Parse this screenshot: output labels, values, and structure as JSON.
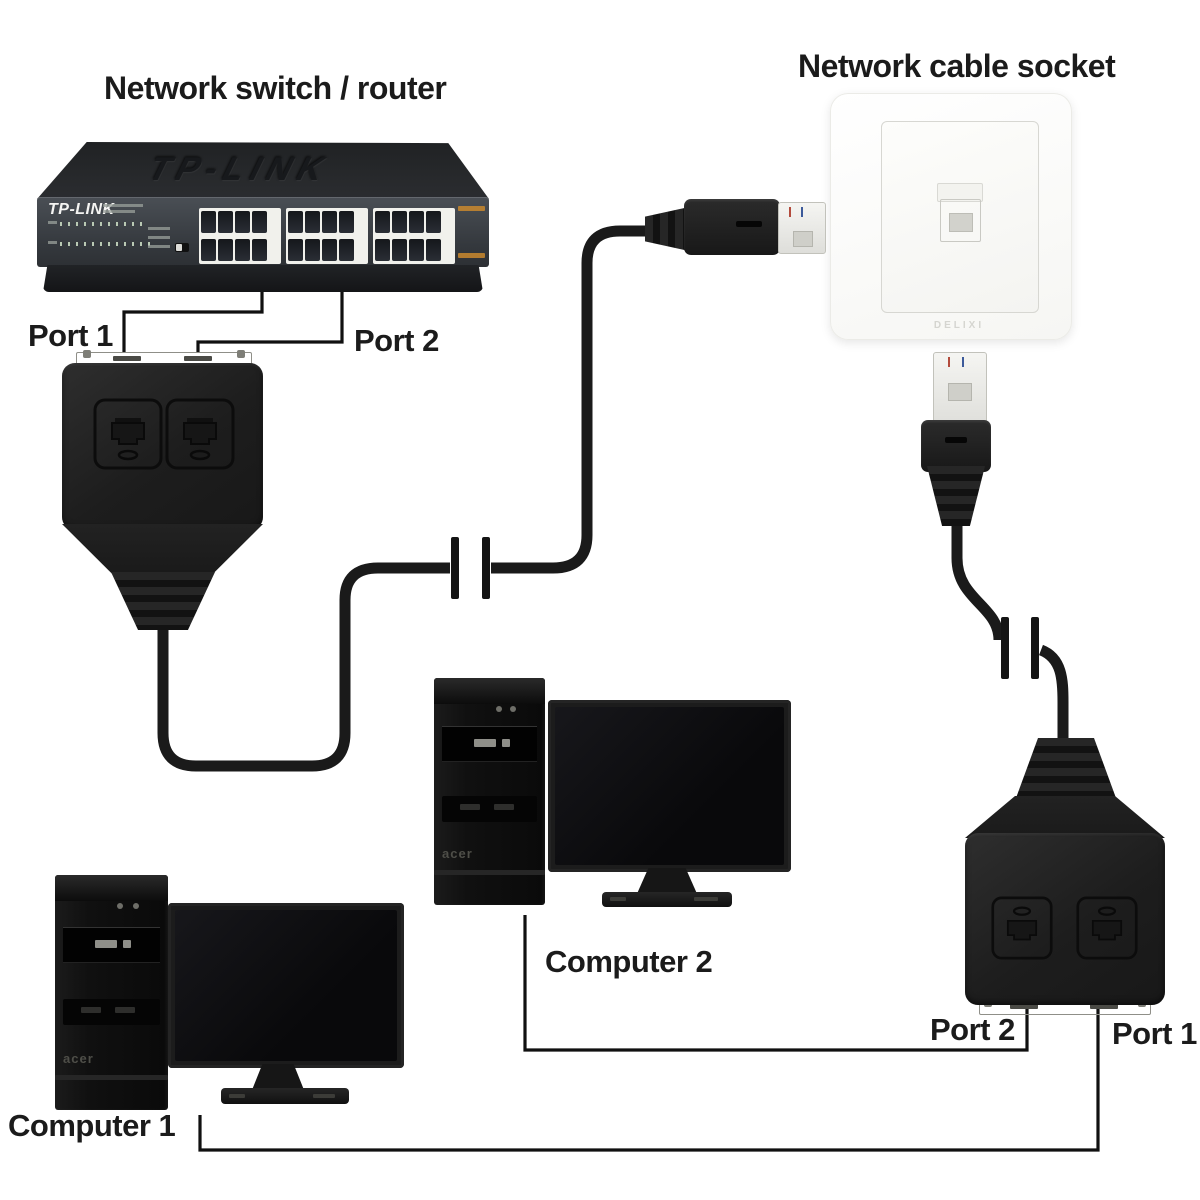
{
  "titles": {
    "left": "Network switch / router",
    "right": "Network cable socket"
  },
  "labels": {
    "top_port1": "Port 1",
    "top_port2": "Port 2",
    "bottom_port1": "Port 1",
    "bottom_port2": "Port 2",
    "computer1": "Computer 1",
    "computer2": "Computer 2"
  },
  "devices": {
    "switch": {
      "brand_front": "TP-LINK",
      "brand_top": "TP-LINK"
    },
    "socket": {
      "brand": "DELIXI"
    },
    "computer1": {
      "brand": "acer"
    },
    "computer2": {
      "brand": "acer"
    }
  },
  "colors": {
    "cable": "#1a1a1a",
    "annotation_line": "#101010",
    "text": "#1b1b1b",
    "metal_strip": "#c9c9c2",
    "led_green": "#b9c9b4",
    "port_marking_orange": "#c9882e"
  }
}
